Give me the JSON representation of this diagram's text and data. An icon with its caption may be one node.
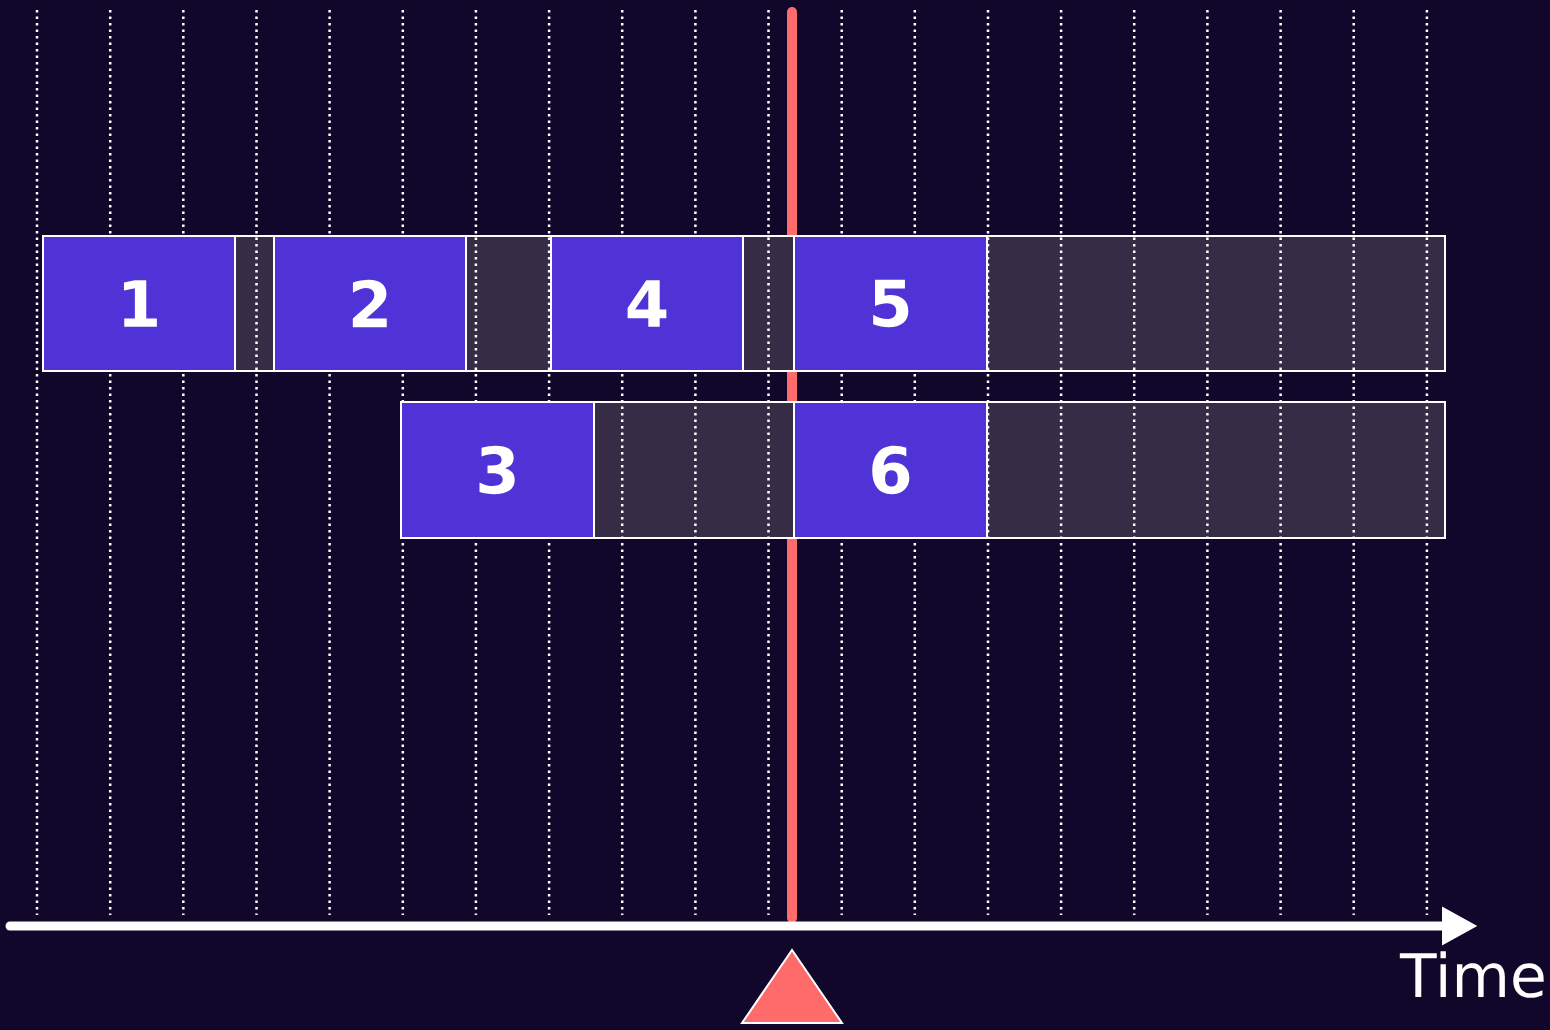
{
  "diagram": {
    "nodes": [
      {
        "text": [
          "1"
        ]
      },
      {
        "text": [],
        "shape": "box"
      },
      {
        "text": [
          "2"
        ]
      },
      {
        "text": [],
        "shape": "box"
      },
      {
        "text": [
          "4"
        ]
      },
      {
        "text": [],
        "shape": "box"
      },
      {
        "text": [
          "5"
        ]
      },
      {
        "text": [],
        "shape": "box"
      },
      {
        "text": [
          "3"
        ]
      },
      {
        "text": [],
        "shape": "box"
      },
      {
        "text": [
          "6"
        ]
      },
      {
        "text": [],
        "shape": "box"
      }
    ],
    "edges": [],
    "labels": [
      "Time"
    ]
  }
}
